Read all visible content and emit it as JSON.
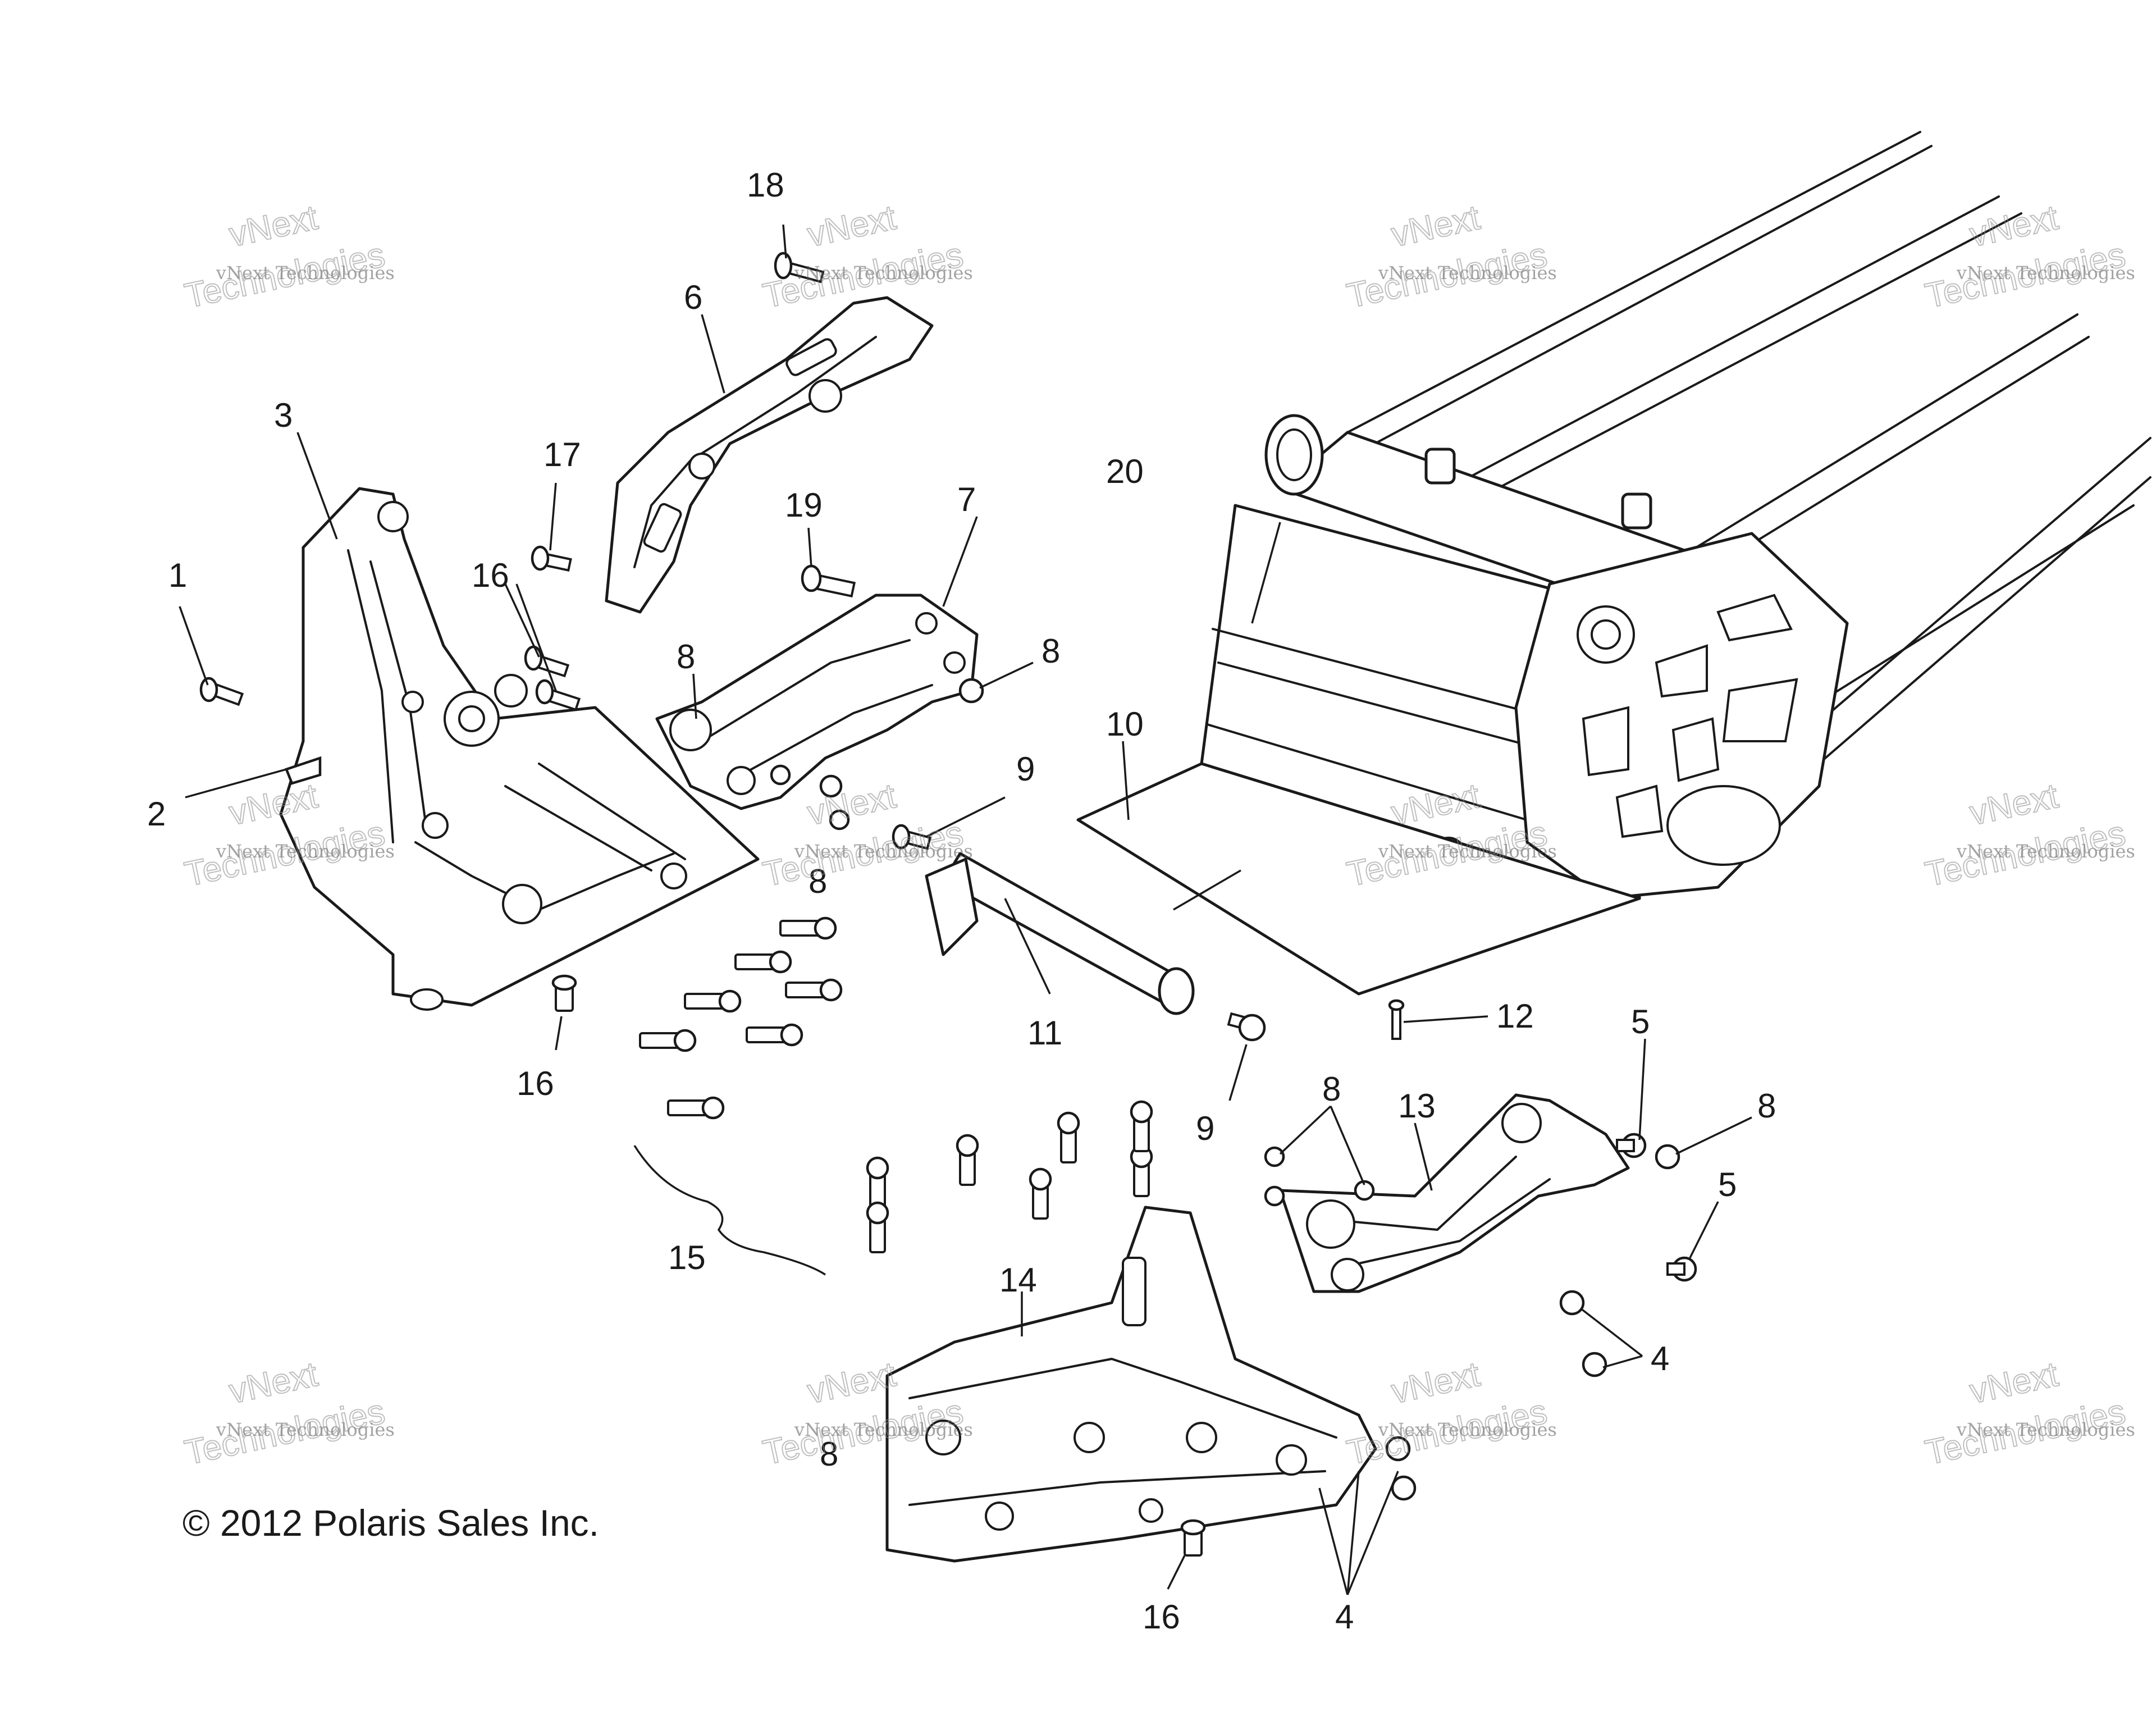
{
  "callouts": [
    {
      "id": "c1",
      "text": "1"
    },
    {
      "id": "c2",
      "text": "2"
    },
    {
      "id": "c3",
      "text": "3"
    },
    {
      "id": "c4a",
      "text": "4"
    },
    {
      "id": "c4b",
      "text": "4"
    },
    {
      "id": "c5a",
      "text": "5"
    },
    {
      "id": "c5b",
      "text": "5"
    },
    {
      "id": "c6",
      "text": "6"
    },
    {
      "id": "c7",
      "text": "7"
    },
    {
      "id": "c8a",
      "text": "8"
    },
    {
      "id": "c8b",
      "text": "8"
    },
    {
      "id": "c8c",
      "text": "8"
    },
    {
      "id": "c8d",
      "text": "8"
    },
    {
      "id": "c8e",
      "text": "8"
    },
    {
      "id": "c8f",
      "text": "8"
    },
    {
      "id": "c9a",
      "text": "9"
    },
    {
      "id": "c9b",
      "text": "9"
    },
    {
      "id": "c10",
      "text": "10"
    },
    {
      "id": "c11",
      "text": "11"
    },
    {
      "id": "c12",
      "text": "12"
    },
    {
      "id": "c13",
      "text": "13"
    },
    {
      "id": "c14",
      "text": "14"
    },
    {
      "id": "c15",
      "text": "15"
    },
    {
      "id": "c16a",
      "text": "16"
    },
    {
      "id": "c16b",
      "text": "16"
    },
    {
      "id": "c16c",
      "text": "16"
    },
    {
      "id": "c17",
      "text": "17"
    },
    {
      "id": "c18",
      "text": "18"
    },
    {
      "id": "c19",
      "text": "19"
    },
    {
      "id": "c20",
      "text": "20"
    }
  ],
  "watermark": {
    "line1": "vNext Technologies",
    "line2": "vNext",
    "line3": "Technologies"
  },
  "copyright": "© 2012 Polaris Sales Inc."
}
